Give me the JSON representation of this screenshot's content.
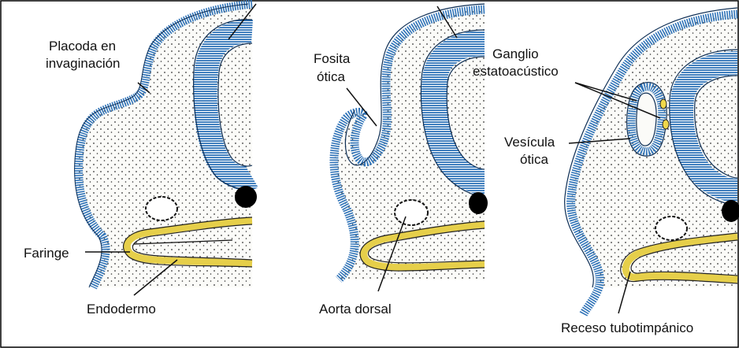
{
  "labels": {
    "placoda_line1": "Placoda en",
    "placoda_line2": "invaginación",
    "faringe": "Faringe",
    "endodermo": "Endodermo",
    "fosita_line1": "Fosita",
    "fosita_line2": "ótica",
    "ganglio_line1": "Ganglio",
    "ganglio_line2": "estatoacústico",
    "vesicula_line1": "Vesícula",
    "vesicula_line2": "ótica",
    "aorta": "Aorta dorsal",
    "receso": "Receso tubotimpánico"
  },
  "colors": {
    "epithelium": "#2f73b8",
    "endoderm": "#e6cf4a",
    "mesenchyme": "#fbfbf8",
    "notochord": "#000000",
    "ganglion": "#f0d84a"
  }
}
